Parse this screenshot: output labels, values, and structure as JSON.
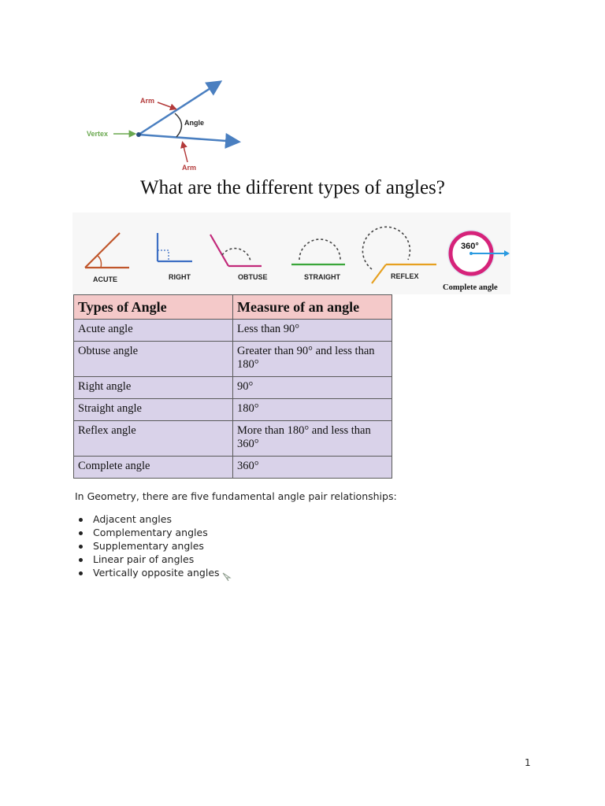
{
  "diagram": {
    "arm_top_label": "Arm",
    "angle_label": "Angle",
    "vertex_label": "Vertex",
    "arm_bottom_label": "Arm"
  },
  "heading": "What are the different types of angles?",
  "angle_types_strip": {
    "acute": "ACUTE",
    "right": "RIGHT",
    "obtuse": "OBTUSE",
    "straight": "STRAIGHT",
    "reflex": "REFLEX",
    "complete_value": "360°",
    "complete": "Complete angle"
  },
  "table": {
    "headers": [
      "Types of Angle",
      "Measure of an angle"
    ],
    "rows": [
      [
        "Acute angle",
        "Less than 90°"
      ],
      [
        "Obtuse angle",
        "Greater than 90° and less than 180°"
      ],
      [
        "Right angle",
        "90°"
      ],
      [
        "Straight angle",
        "180°"
      ],
      [
        "Reflex angle",
        "More than 180° and less than 360°"
      ],
      [
        "Complete angle",
        "360°"
      ]
    ]
  },
  "intro": "In Geometry, there are five fundamental angle pair relationships:",
  "pairs": [
    "Adjacent angles",
    "Complementary angles",
    "Supplementary angles",
    "Linear pair of angles",
    "Vertically opposite angles"
  ],
  "colors": {
    "arm_line": "#4a7fc0",
    "arm_arrow_label": "#b33a3a",
    "vertex_arrow": "#6aa84f",
    "acute": "#c0562b",
    "right": "#3d6fc4",
    "obtuse": "#c2297a",
    "straight": "#3aa63a",
    "reflex": "#e6a020",
    "complete_ring": "#d6237a",
    "complete_arrow": "#2a9ae0",
    "table_header": "#f4c9c9",
    "table_body": "#d9d2e9"
  },
  "page_number": "1"
}
